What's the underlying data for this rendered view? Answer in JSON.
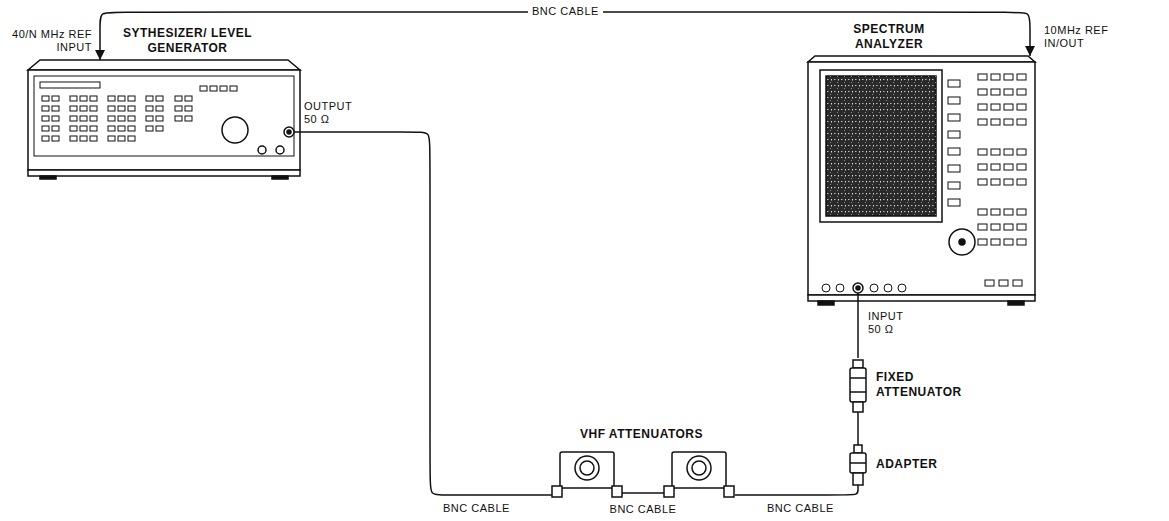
{
  "diagram": {
    "nodes": [
      {
        "text": [
          "SYTHESIZER/ LEVEL GENERATOR"
        ]
      },
      {
        "text": [
          "SPECTRUM ANALYZER"
        ]
      },
      {
        "text": [
          "FIXED ATTENUATOR"
        ]
      },
      {
        "text": [
          "VHF ATTENUATORS"
        ]
      },
      {
        "text": [
          "ADAPTER"
        ]
      }
    ],
    "edges": [
      {
        "from": 0,
        "to": 1,
        "arrow": "both",
        "label": "BNC CABLE"
      },
      {
        "from": 0,
        "to": 3,
        "arrow": "none",
        "label": "BNC CABLE"
      },
      {
        "from": 3,
        "to": 4,
        "arrow": "none",
        "label": "BNC CABLE"
      },
      {
        "from": 4,
        "to": 2,
        "arrow": "none"
      },
      {
        "from": 2,
        "to": 1,
        "arrow": "none"
      }
    ],
    "labels": [
      "40/N MHz REF INPUT",
      "OUTPUT 50 Ω",
      "10MHz REF IN/OUT",
      "INPUT 50 Ω",
      "BNC CABLE"
    ]
  }
}
